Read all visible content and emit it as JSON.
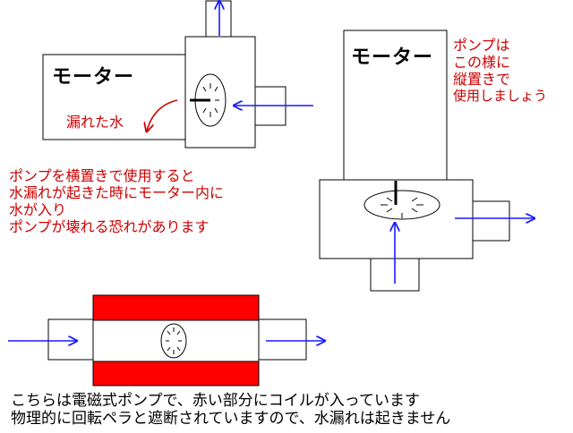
{
  "labels": {
    "motor_left": "モーター",
    "motor_right": "モーター",
    "leak": "漏れた水",
    "vertical_note": [
      "ポンプは",
      "この様に",
      "縦置きで",
      "使用しましょう"
    ],
    "horizontal_warning": [
      "ポンプを横置きで使用すると",
      "水漏れが起きた時にモーター内に",
      "水が入り",
      "ポンプが壊れる恐れがあります"
    ],
    "bottom_caption": [
      "こちらは電磁式ポンプで、赤い部分にコイルが入っています",
      "物理的に回転ペラと遮断されていますので、水漏れは起きません"
    ]
  },
  "colors": {
    "outline": "#000000",
    "arrow": "#1a1aff",
    "warning_text": "#cc0000",
    "leak_arrow": "#cc0000",
    "coil": "#ff0000",
    "background": "#ffffff"
  }
}
